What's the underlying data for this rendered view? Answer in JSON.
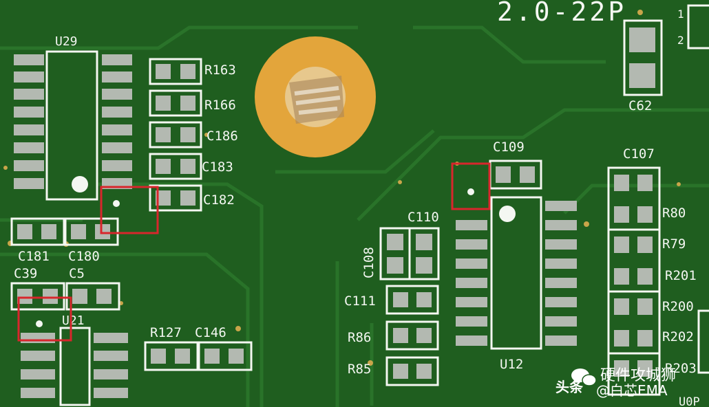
{
  "board_text": {
    "version": "2.0-22P",
    "pin_1": "1",
    "pin_2": "2",
    "partial_label": "U0P"
  },
  "ics": {
    "u29": "U29",
    "u21": "U21",
    "u12": "U12"
  },
  "components": {
    "r163": "R163",
    "r166": "R166",
    "c186": "C186",
    "c183": "C183",
    "c182": "C182",
    "c181": "C181",
    "c180": "C180",
    "c39": "C39",
    "c5": "C5",
    "r127": "R127",
    "c146": "C146",
    "c62": "C62",
    "c109": "C109",
    "c110": "C110",
    "c108": "C108",
    "c111": "C111",
    "r86": "R86",
    "r85": "R85",
    "c107": "C107",
    "r80": "R80",
    "r79": "R79",
    "r201": "R201",
    "r200": "R200",
    "r202": "R202",
    "r203": "R203"
  },
  "watermark": {
    "prefix": "头条",
    "text": "@白芯EMA",
    "channel": "硬件攻城狮"
  },
  "colors": {
    "board": "#1f5e1f",
    "silkscreen": "#f4f7f2",
    "pad": "#b3b9b1",
    "gold": "#e3a53b",
    "highlight": "#d8262c"
  }
}
